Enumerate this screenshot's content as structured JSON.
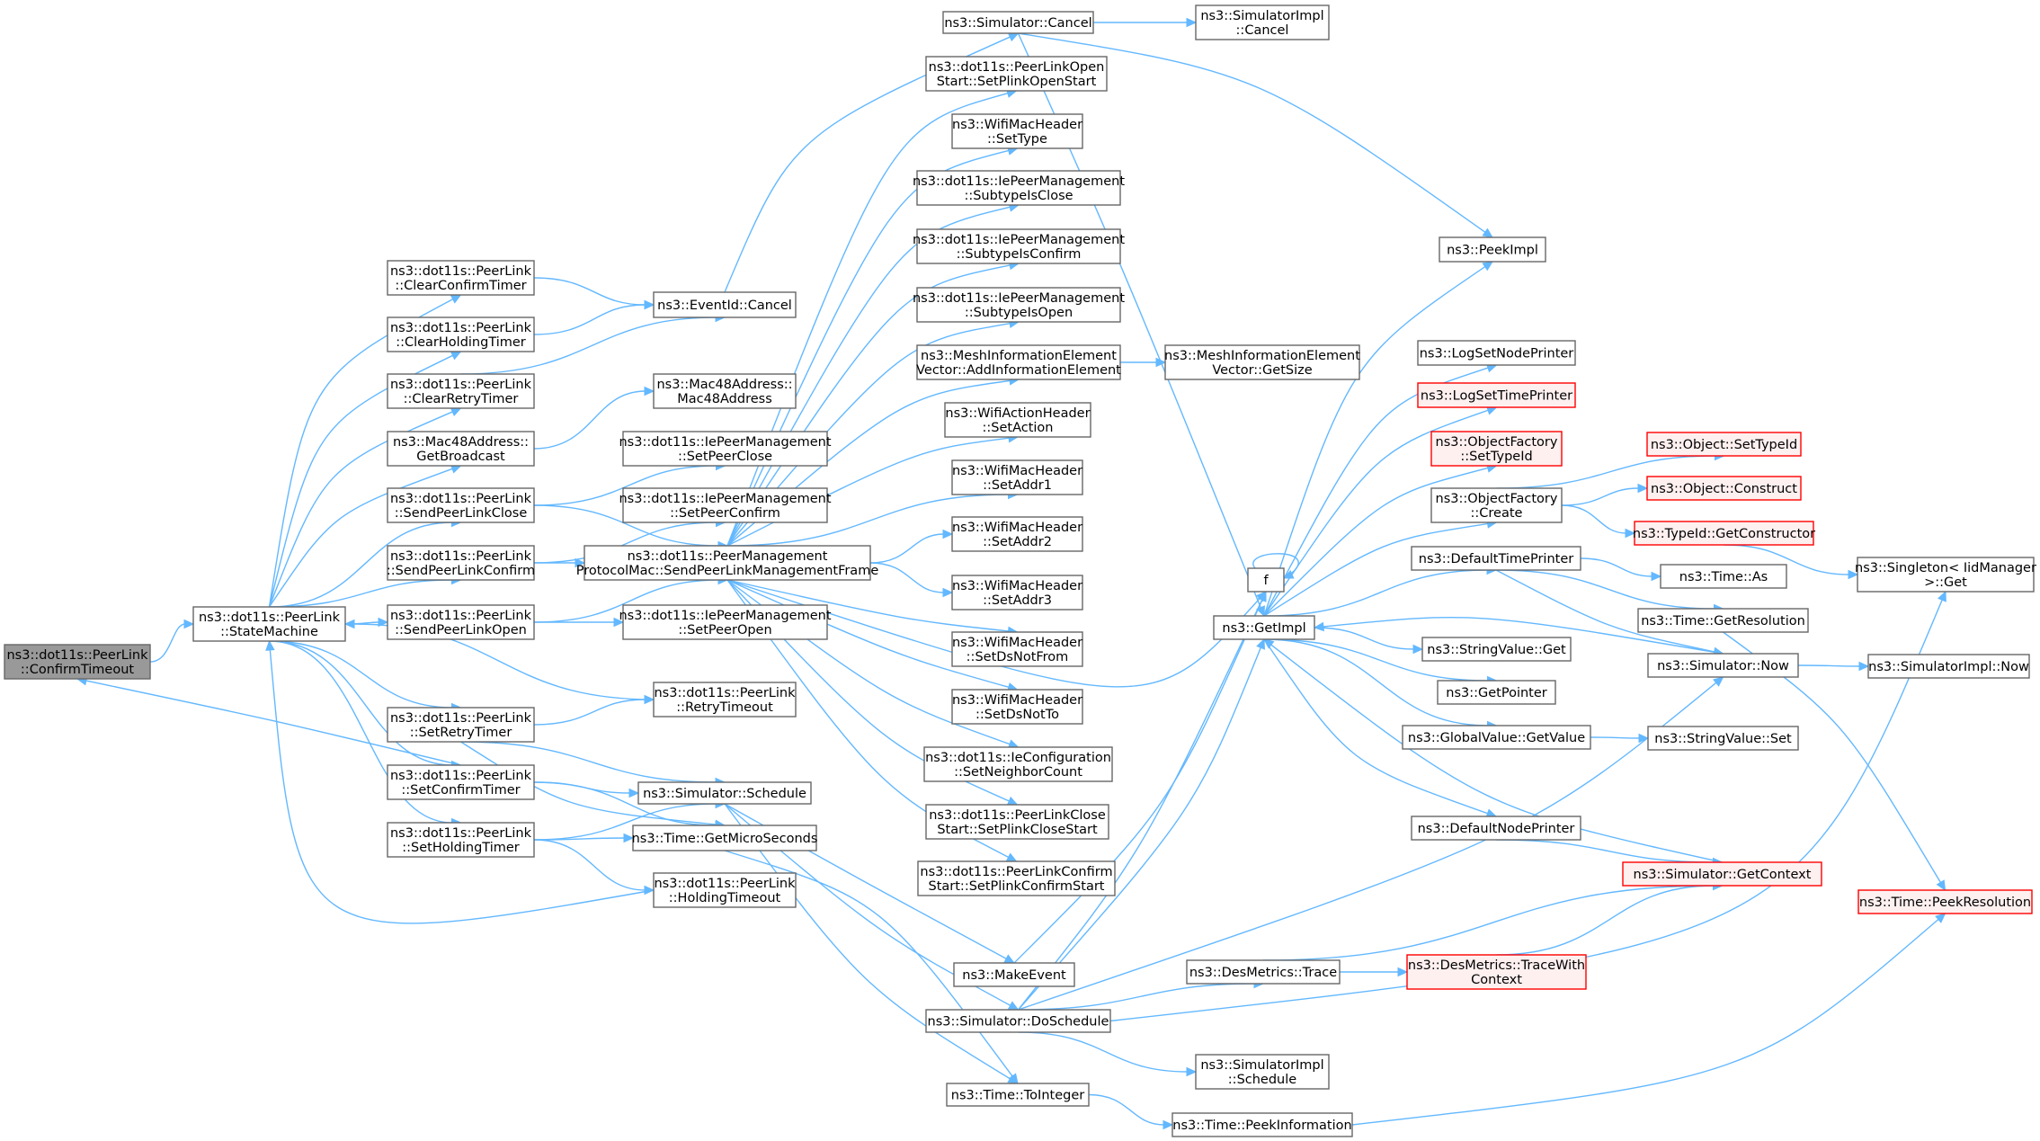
{
  "colors": {
    "edge": "#63b8ff",
    "border": "#666666",
    "root_fill": "#999999",
    "trunc_border": "#ff0000",
    "trunc_fill": "#fff0f0"
  },
  "nodes": [
    {
      "id": "confirmTimeout",
      "lines": [
        "ns3::dot11s::PeerLink",
        "::ConfirmTimeout"
      ],
      "kind": "root"
    },
    {
      "id": "stateMachine",
      "lines": [
        "ns3::dot11s::PeerLink",
        "::StateMachine"
      ]
    },
    {
      "id": "clearConfirmTimer",
      "lines": [
        "ns3::dot11s::PeerLink",
        "::ClearConfirmTimer"
      ]
    },
    {
      "id": "clearHoldingTimer",
      "lines": [
        "ns3::dot11s::PeerLink",
        "::ClearHoldingTimer"
      ]
    },
    {
      "id": "clearRetryTimer",
      "lines": [
        "ns3::dot11s::PeerLink",
        "::ClearRetryTimer"
      ]
    },
    {
      "id": "getBroadcast",
      "lines": [
        "ns3::Mac48Address::",
        "GetBroadcast"
      ]
    },
    {
      "id": "sendPeerLinkClose",
      "lines": [
        "ns3::dot11s::PeerLink",
        "::SendPeerLinkClose"
      ]
    },
    {
      "id": "sendPeerLinkConfirm",
      "lines": [
        "ns3::dot11s::PeerLink",
        "::SendPeerLinkConfirm"
      ]
    },
    {
      "id": "sendPeerLinkOpen",
      "lines": [
        "ns3::dot11s::PeerLink",
        "::SendPeerLinkOpen"
      ]
    },
    {
      "id": "setRetryTimer",
      "lines": [
        "ns3::dot11s::PeerLink",
        "::SetRetryTimer"
      ]
    },
    {
      "id": "setConfirmTimer",
      "lines": [
        "ns3::dot11s::PeerLink",
        "::SetConfirmTimer"
      ]
    },
    {
      "id": "setHoldingTimer",
      "lines": [
        "ns3::dot11s::PeerLink",
        "::SetHoldingTimer"
      ]
    },
    {
      "id": "eventIdCancel",
      "lines": [
        "ns3::EventId::Cancel"
      ]
    },
    {
      "id": "mac48Address",
      "lines": [
        "ns3::Mac48Address::",
        "Mac48Address"
      ]
    },
    {
      "id": "setPeerClose",
      "lines": [
        "ns3::dot11s::IePeerManagement",
        "::SetPeerClose"
      ]
    },
    {
      "id": "setPeerConfirm",
      "lines": [
        "ns3::dot11s::IePeerManagement",
        "::SetPeerConfirm"
      ]
    },
    {
      "id": "sendMgmtFrame",
      "lines": [
        "ns3::dot11s::PeerManagement",
        "ProtocolMac::SendPeerLinkManagementFrame"
      ]
    },
    {
      "id": "setPeerOpen",
      "lines": [
        "ns3::dot11s::IePeerManagement",
        "::SetPeerOpen"
      ]
    },
    {
      "id": "retryTimeout",
      "lines": [
        "ns3::dot11s::PeerLink",
        "::RetryTimeout"
      ]
    },
    {
      "id": "simSchedule",
      "lines": [
        "ns3::Simulator::Schedule"
      ]
    },
    {
      "id": "getMicroSeconds",
      "lines": [
        "ns3::Time::GetMicroSeconds"
      ]
    },
    {
      "id": "holdingTimeout",
      "lines": [
        "ns3::dot11s::PeerLink",
        "::HoldingTimeout"
      ]
    },
    {
      "id": "simCancel",
      "lines": [
        "ns3::Simulator::Cancel"
      ]
    },
    {
      "id": "setPlinkOpenStart",
      "lines": [
        "ns3::dot11s::PeerLinkOpen",
        "Start::SetPlinkOpenStart"
      ]
    },
    {
      "id": "setType",
      "lines": [
        "ns3::WifiMacHeader",
        "::SetType"
      ]
    },
    {
      "id": "subtypeIsClose",
      "lines": [
        "ns3::dot11s::IePeerManagement",
        "::SubtypeIsClose"
      ]
    },
    {
      "id": "subtypeIsConfirm",
      "lines": [
        "ns3::dot11s::IePeerManagement",
        "::SubtypeIsConfirm"
      ]
    },
    {
      "id": "subtypeIsOpen",
      "lines": [
        "ns3::dot11s::IePeerManagement",
        "::SubtypeIsOpen"
      ]
    },
    {
      "id": "addInfoElement",
      "lines": [
        "ns3::MeshInformationElement",
        "Vector::AddInformationElement"
      ]
    },
    {
      "id": "setAction",
      "lines": [
        "ns3::WifiActionHeader",
        "::SetAction"
      ]
    },
    {
      "id": "setAddr1",
      "lines": [
        "ns3::WifiMacHeader",
        "::SetAddr1"
      ]
    },
    {
      "id": "setAddr2",
      "lines": [
        "ns3::WifiMacHeader",
        "::SetAddr2"
      ]
    },
    {
      "id": "setAddr3",
      "lines": [
        "ns3::WifiMacHeader",
        "::SetAddr3"
      ]
    },
    {
      "id": "setDsNotFrom",
      "lines": [
        "ns3::WifiMacHeader",
        "::SetDsNotFrom"
      ]
    },
    {
      "id": "setDsNotTo",
      "lines": [
        "ns3::WifiMacHeader",
        "::SetDsNotTo"
      ]
    },
    {
      "id": "setNeighborCount",
      "lines": [
        "ns3::dot11s::IeConfiguration",
        "::SetNeighborCount"
      ]
    },
    {
      "id": "setPlinkCloseStart",
      "lines": [
        "ns3::dot11s::PeerLinkClose",
        "Start::SetPlinkCloseStart"
      ]
    },
    {
      "id": "setPlinkConfirmStart",
      "lines": [
        "ns3::dot11s::PeerLinkConfirm",
        "Start::SetPlinkConfirmStart"
      ]
    },
    {
      "id": "makeEvent",
      "lines": [
        "ns3::MakeEvent"
      ]
    },
    {
      "id": "doSchedule",
      "lines": [
        "ns3::Simulator::DoSchedule"
      ]
    },
    {
      "id": "toInteger",
      "lines": [
        "ns3::Time::ToInteger"
      ]
    },
    {
      "id": "implCancel",
      "lines": [
        "ns3::SimulatorImpl",
        "::Cancel"
      ]
    },
    {
      "id": "getSize",
      "lines": [
        "ns3::MeshInformationElement",
        "Vector::GetSize"
      ]
    },
    {
      "id": "f",
      "lines": [
        "f"
      ]
    },
    {
      "id": "getImpl",
      "lines": [
        "ns3::GetImpl"
      ]
    },
    {
      "id": "desTrace",
      "lines": [
        "ns3::DesMetrics::Trace"
      ]
    },
    {
      "id": "implSchedule",
      "lines": [
        "ns3::SimulatorImpl",
        "::Schedule"
      ]
    },
    {
      "id": "peekInformation",
      "lines": [
        "ns3::Time::PeekInformation"
      ]
    },
    {
      "id": "peekImpl",
      "lines": [
        "ns3::PeekImpl"
      ]
    },
    {
      "id": "logSetNodePrinter",
      "lines": [
        "ns3::LogSetNodePrinter"
      ]
    },
    {
      "id": "logSetTimePrinter",
      "lines": [
        "ns3::LogSetTimePrinter"
      ],
      "kind": "trunc"
    },
    {
      "id": "ofSetTypeId",
      "lines": [
        "ns3::ObjectFactory",
        "::SetTypeId"
      ],
      "kind": "trunc"
    },
    {
      "id": "ofCreate",
      "lines": [
        "ns3::ObjectFactory",
        "::Create"
      ]
    },
    {
      "id": "defaultTimePrinter",
      "lines": [
        "ns3::DefaultTimePrinter"
      ]
    },
    {
      "id": "stringValueGet",
      "lines": [
        "ns3::StringValue::Get"
      ]
    },
    {
      "id": "getPointer",
      "lines": [
        "ns3::GetPointer"
      ]
    },
    {
      "id": "globalValueGetValue",
      "lines": [
        "ns3::GlobalValue::GetValue"
      ]
    },
    {
      "id": "defaultNodePrinter",
      "lines": [
        "ns3::DefaultNodePrinter"
      ]
    },
    {
      "id": "traceWithContext",
      "lines": [
        "ns3::DesMetrics::TraceWith",
        "Context"
      ],
      "kind": "trunc"
    },
    {
      "id": "objSetTypeId",
      "lines": [
        "ns3::Object::SetTypeId"
      ],
      "kind": "trunc"
    },
    {
      "id": "objConstruct",
      "lines": [
        "ns3::Object::Construct"
      ],
      "kind": "trunc"
    },
    {
      "id": "typeIdGetConstructor",
      "lines": [
        "ns3::TypeId::GetConstructor"
      ],
      "kind": "trunc"
    },
    {
      "id": "timeAs",
      "lines": [
        "ns3::Time::As"
      ]
    },
    {
      "id": "timeGetResolution",
      "lines": [
        "ns3::Time::GetResolution"
      ]
    },
    {
      "id": "simNow",
      "lines": [
        "ns3::Simulator::Now"
      ]
    },
    {
      "id": "stringValueSet",
      "lines": [
        "ns3::StringValue::Set"
      ]
    },
    {
      "id": "simGetContext",
      "lines": [
        "ns3::Simulator::GetContext"
      ],
      "kind": "trunc"
    },
    {
      "id": "singletonGet",
      "lines": [
        "ns3::Singleton< IidManager",
        ">::Get"
      ]
    },
    {
      "id": "implNow",
      "lines": [
        "ns3::SimulatorImpl::Now"
      ]
    },
    {
      "id": "timePeekResolution",
      "lines": [
        "ns3::Time::PeekResolution"
      ],
      "kind": "trunc"
    }
  ]
}
